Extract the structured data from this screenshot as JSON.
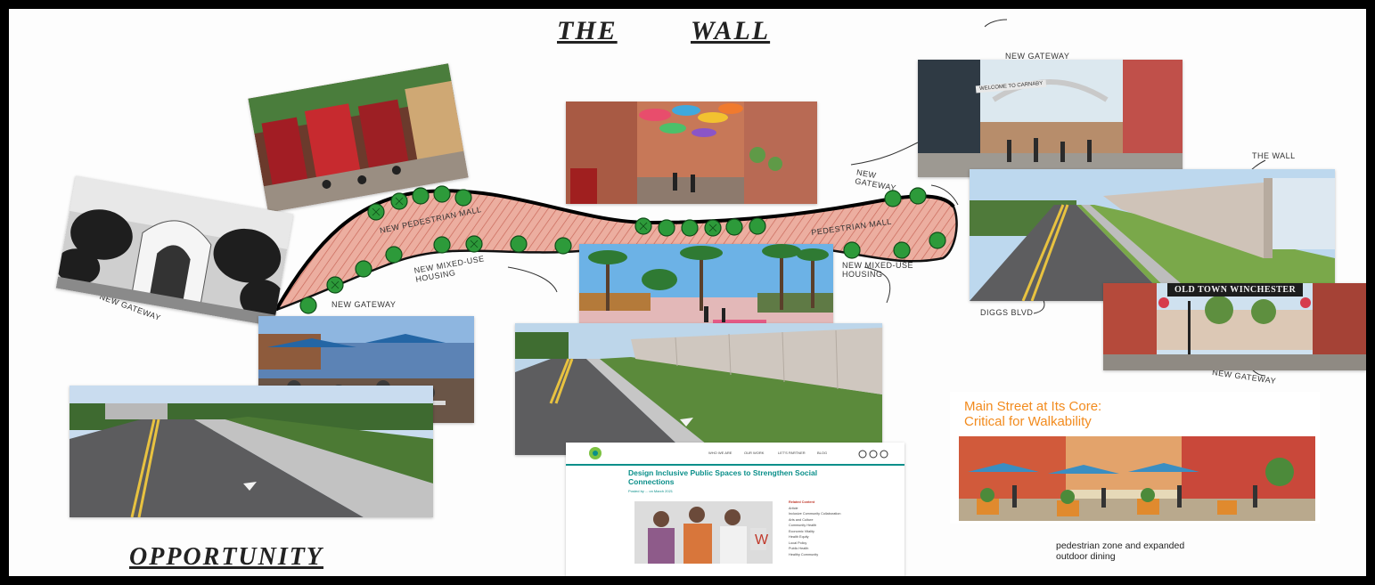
{
  "board": {
    "title_left": "THE",
    "title_right": "WALL",
    "footer_title": "OPPORTUNITY"
  },
  "sketch": {
    "labels": {
      "new_pedestrian_mall": "NEW PEDESTRIAN MALL",
      "new_mixed_use_housing_left": "NEW MIXED-USE HOUSING",
      "new_gateway_bottom": "NEW GATEWAY",
      "pedestrian_mall_right": "PEDESTRIAN MALL",
      "new_mixed_use_housing_right": "NEW MIXED-USE HOUSING",
      "new_gateway_right": "NEW GATEWAY",
      "new_gateway_left": "NEW GATEWAY"
    }
  },
  "annotations": {
    "new_gateway_top": "NEW GATEWAY",
    "the_wall": "THE WALL",
    "diggs_blvd": "DIGGS BLVD",
    "new_gateway_lower": "NEW GATEWAY"
  },
  "photos": {
    "gateway_sign_text": "WELCOME TO CARNABY",
    "winchester_sign": "OLD TOWN WINCHESTER"
  },
  "web_article": {
    "nav_items": [
      "WHO WE ARE",
      "OUR WORK",
      "LET'S PARTNER",
      "BLOG"
    ],
    "title": "Design Inclusive Public Spaces to Strengthen Social Connections",
    "byline": "Posted by ... on March 2021",
    "sidebar_items": [
      "Related Content",
      "Article",
      "Inclusive Community Collaboration",
      "Arts and Culture",
      "Community Health",
      "Economic Vitality",
      "Health Equity",
      "Local Policy",
      "Public Health",
      "Healthy Community"
    ]
  },
  "poster": {
    "title_line1": "Main Street at Its Core:",
    "title_line2": "Critical for Walkability",
    "caption_line1": "pedestrian zone and expanded",
    "caption_line2": "outdoor dining"
  },
  "colors": {
    "mall_fill": "#e7a393",
    "tree_green": "#2d9a3a",
    "teal": "#0a8f8a",
    "poster_orange": "#f28b1e"
  }
}
